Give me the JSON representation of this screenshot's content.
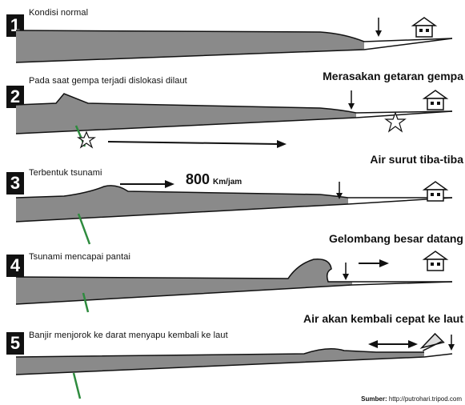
{
  "panels": [
    {
      "number": "1",
      "caption": "Kondisi normal",
      "right_label": ""
    },
    {
      "number": "2",
      "caption": "Pada saat gempa terjadi dislokasi dilaut",
      "right_label": "Merasakan getaran gempa"
    },
    {
      "number": "3",
      "caption": "Terbentuk tsunami",
      "right_label": "Air surut tiba-tiba",
      "speed_value": "800",
      "speed_unit": "Km/jam"
    },
    {
      "number": "4",
      "caption": "Tsunami mencapai pantai",
      "right_label": "Gelombang besar datang"
    },
    {
      "number": "5",
      "caption": "Banjir menjorok ke darat menyapu kembali ke laut",
      "right_label": "Air akan kembali cepat ke laut"
    }
  ],
  "source": {
    "label": "Sumber:",
    "text": "http://putrohari.tripod.com"
  },
  "colors": {
    "ink": "#111111",
    "sea": "#8a8a8a",
    "fault": "#2e8b3e",
    "paper": "#ffffff"
  },
  "icons": [
    "house-icon",
    "down-arrow-icon",
    "right-arrow-icon",
    "double-arrow-icon",
    "burst-icon"
  ]
}
